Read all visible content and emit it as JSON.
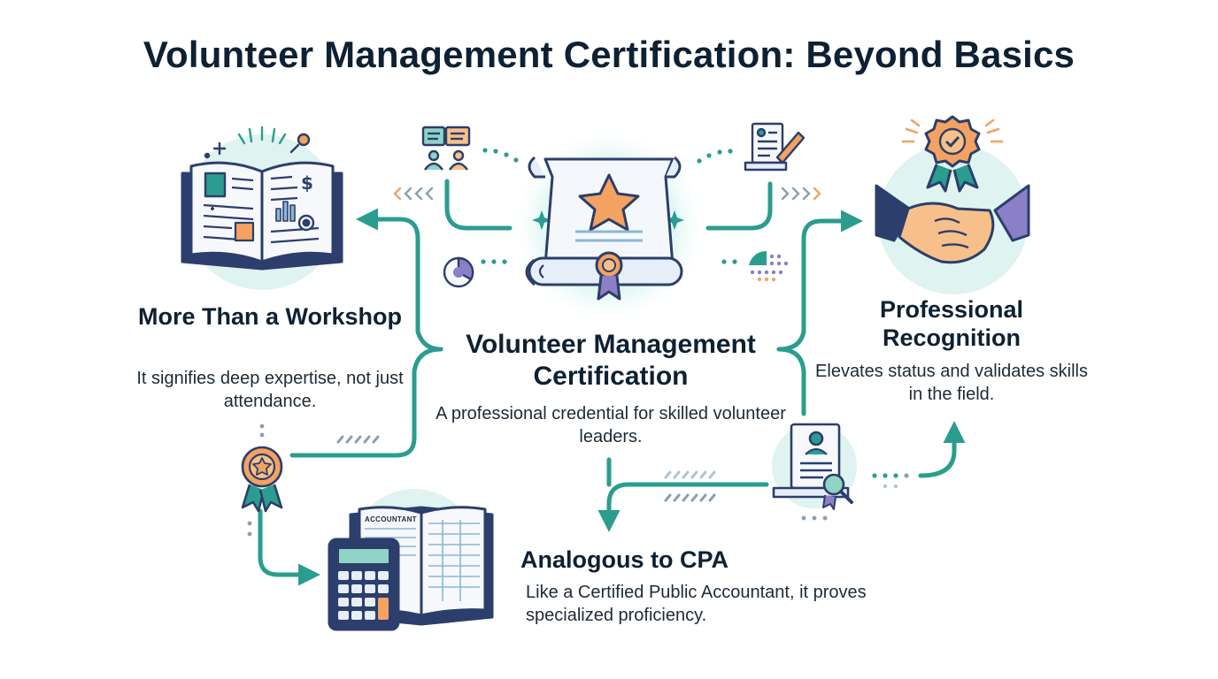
{
  "title": "Volunteer Management Certification: Beyond Basics",
  "nodes": {
    "center": {
      "heading": "Volunteer Management Certification",
      "body": "A professional credential for skilled volunteer leaders."
    },
    "left": {
      "heading": "More Than a Workshop",
      "body": "It signifies deep expertise, not just attendance."
    },
    "right": {
      "heading": "Professional Recognition",
      "body": "Elevates status and validates skills in the field."
    },
    "bottom": {
      "heading": "Analogous to CPA",
      "body": "Like a Certified Public Accountant, it proves specialized proficiency."
    }
  },
  "icons": {
    "center": "certificate-scroll-icon",
    "left": "open-book-icon",
    "right": "handshake-award-icon",
    "bottom": "calculator-ledger-icon",
    "small": [
      "chat-people-icon",
      "document-pen-icon",
      "pie-chart-icon",
      "award-ribbon-icon",
      "resume-magnifier-icon"
    ]
  },
  "ledger_label": "ACCOUNTANT",
  "colors": {
    "arrow": "#2a9d8f",
    "halo": "#d3f1ec",
    "navy": "#2c3e6b",
    "text": "#0e2133",
    "accent_orange": "#f4a261",
    "accent_purple": "#8b7fc7"
  }
}
